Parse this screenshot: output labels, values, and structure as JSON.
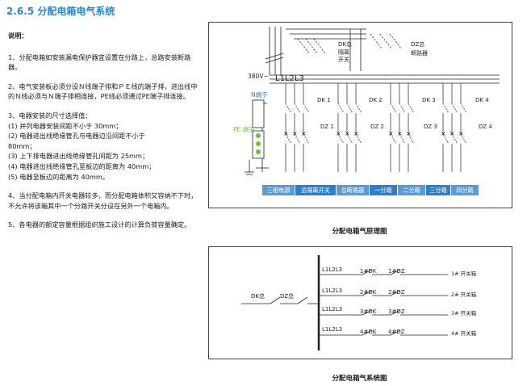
{
  "section_title": "2.6.5 分配电箱电气系统",
  "notes": {
    "label": "说明：",
    "item1": "1、分配电箱如安装漏电保护器宜设置在分路上，总路安装断路器。",
    "item2": "2、电气安装板必须分设Ｎ线端子排和ＰＥ线的端子排，进出线中的Ｎ线必须与Ｎ端子排相连接，PE线必须通过PE端子排连接。",
    "item3_intro": "3、电器安装的尺寸选择值：",
    "item3_list": [
      "(1) 并列电器安装间距不小于 30mm；",
      "(2) 电器进出线绝缘管孔与电器边沿间距不小于",
      "80mm；",
      "(3) 上下排电器进出线绝缘管孔间距为 25mm；",
      "(4) 电器进出线绝缘管孔至板边的距离为 40mm；",
      "(5) 电器至板边的距离为 40mm。"
    ],
    "item4": "4、当分配电箱内开关电器较多，而分配电箱体积又容纳不下时，不允许将该箱其中一个分路开关分设在另外一个电箱内。",
    "item5": "5、各电器的额定容量根据组织施工设计的计算负荷容量确定。"
  },
  "principle": {
    "caption": "分配电箱气原理图",
    "dk_main": "DK总",
    "isolating_switch_1": "隔离",
    "isolating_switch_2": "开关",
    "dz_main": "DZ总",
    "breaker": "断路器",
    "voltage": "380V~",
    "phases": "L1L2L3",
    "n_terminal": "N端子",
    "pe_terminal": "PE 端子",
    "dk_branches": [
      "DK 1",
      "DK 2",
      "DK 3",
      "DK 4"
    ],
    "dz_branches": [
      "DZ 1",
      "DZ 2",
      "DZ 3",
      "DZ 4"
    ],
    "legend": [
      {
        "label": "三相电源",
        "color": "#5b9bd5"
      },
      {
        "label": "总隔离开关",
        "color": "#2f7fc4"
      },
      {
        "label": "总断路器",
        "color": "#5b9bd5"
      },
      {
        "label": "一分路",
        "color": "#2f7fc4"
      },
      {
        "label": "二分路",
        "color": "#5b9bd5"
      },
      {
        "label": "三分路",
        "color": "#2f7fc4"
      },
      {
        "label": "四分路",
        "color": "#5b9bd5"
      }
    ]
  },
  "system": {
    "caption": "分配电箱气系统图",
    "dk_main": "DK总",
    "dz_main": "DZ总",
    "branches": [
      {
        "phase": "L1L2L3",
        "dk": "1#DK",
        "dz": "1#DZ",
        "box": "1# 开关箱"
      },
      {
        "phase": "L1L2L3",
        "dk": "2#DK",
        "dz": "2#DZ",
        "box": "2# 开关箱"
      },
      {
        "phase": "L1L2L3",
        "dk": "3#DK",
        "dz": "3#DZ",
        "box": "3# 开关箱"
      },
      {
        "phase": "L1L2L3",
        "dk": "4#DK",
        "dz": "4#DZ",
        "box": "4# 开关箱"
      }
    ]
  }
}
